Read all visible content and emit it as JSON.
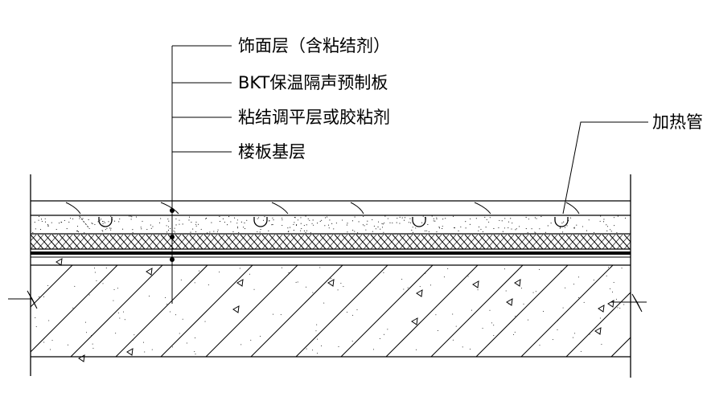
{
  "labels": {
    "finish_layer": "饰面层（含粘结剂）",
    "insulation_board": "BKT保温隔声预制板",
    "leveling_layer": "粘结调平层或胶粘剂",
    "floor_base": "楼板基层",
    "heating_pipe": "加热管"
  },
  "colors": {
    "line": "#000000",
    "background": "#ffffff"
  }
}
